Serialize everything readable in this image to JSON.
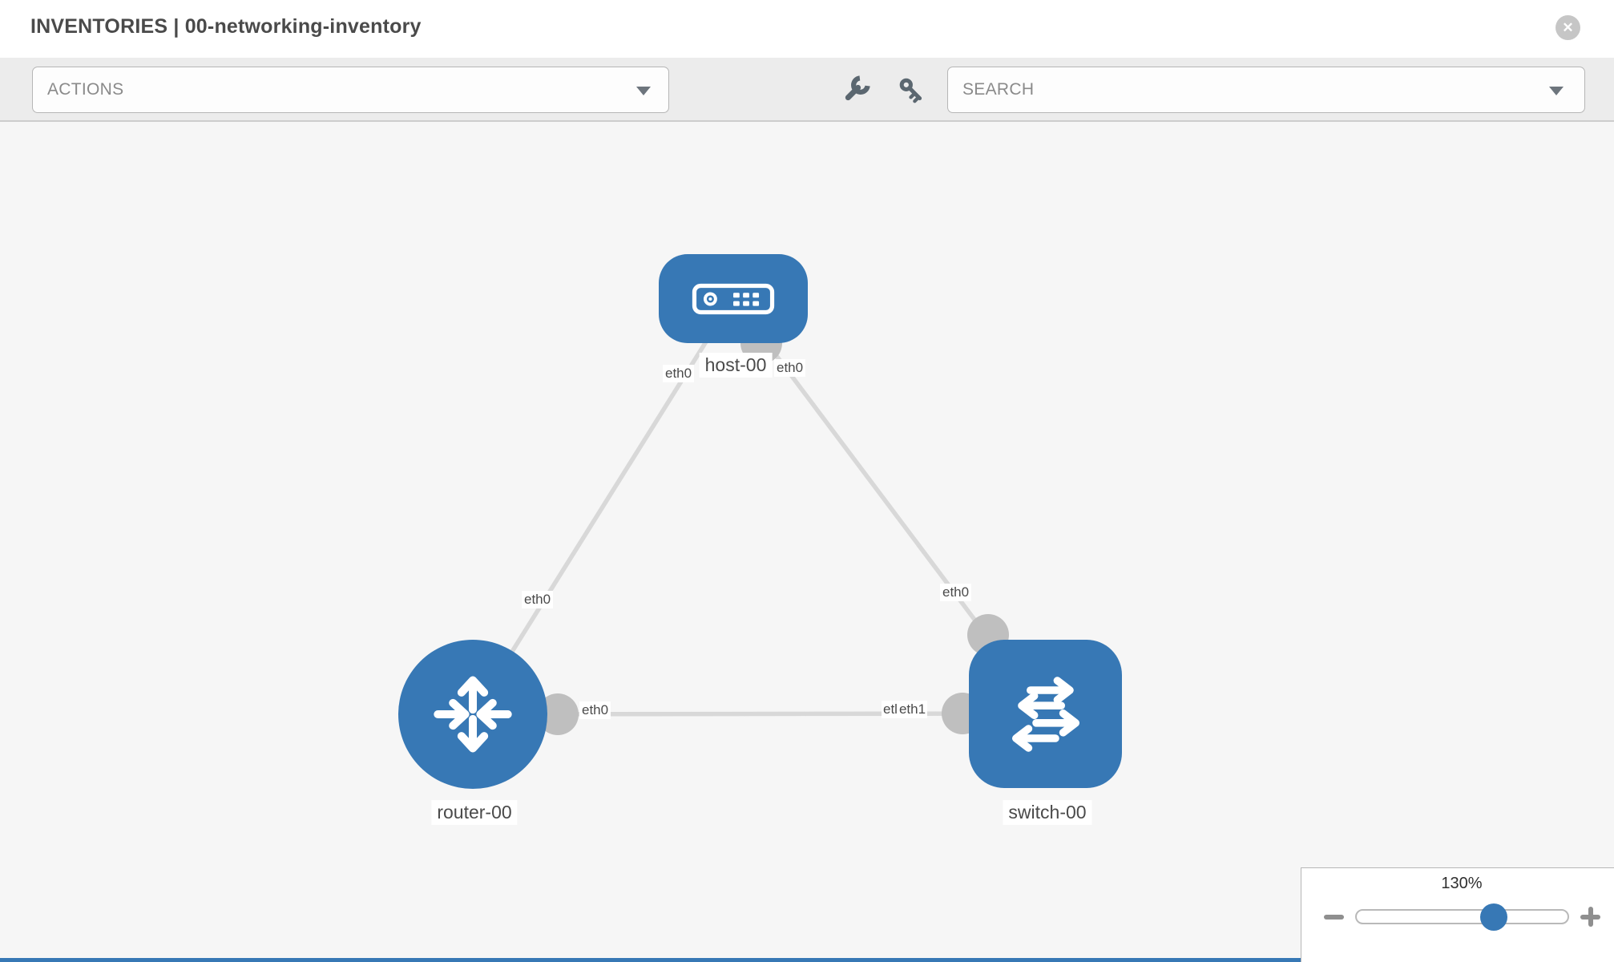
{
  "header": {
    "title": "INVENTORIES | 00-networking-inventory",
    "close_glyph": "✕"
  },
  "toolbar": {
    "actions": {
      "label": "ACTIONS"
    },
    "search": {
      "placeholder": "SEARCH"
    },
    "tools": {
      "wrench": "configure-tool",
      "key": "credentials-tool"
    }
  },
  "topology": {
    "node_color": "#3778b5",
    "link_color": "#d8d8d8",
    "connector_color": "#bfbfbf",
    "canvas_color": "#f6f6f6",
    "nodes": {
      "host": {
        "label": "host-00",
        "type": "host"
      },
      "router": {
        "label": "router-00",
        "type": "router"
      },
      "switch": {
        "label": "switch-00",
        "type": "switch"
      }
    },
    "interface_labels": {
      "host_to_router_at_host": "eth0",
      "host_to_router_at_router": "eth0",
      "host_to_switch_at_host": "eth0",
      "host_to_switch_at_switch": "eth0",
      "router_to_switch_at_router": "eth0",
      "router_to_switch_at_switch_under": "etl",
      "router_to_switch_at_switch": "eth1"
    }
  },
  "zoom_control": {
    "level": "130%"
  }
}
